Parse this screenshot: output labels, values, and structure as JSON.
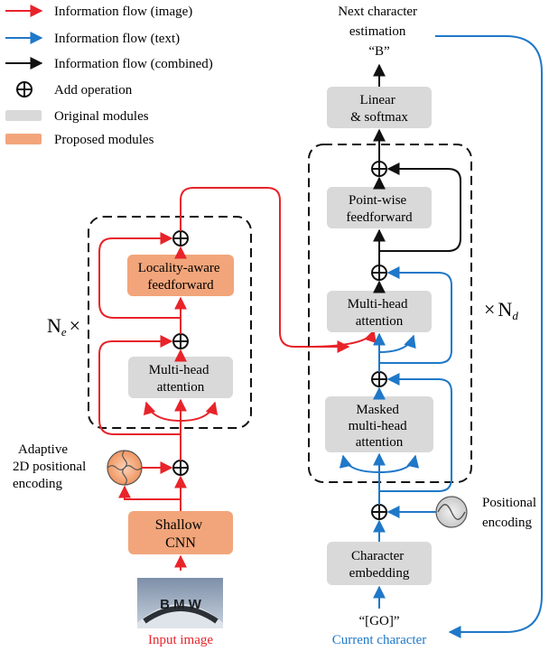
{
  "legend": {
    "items": [
      {
        "label": "Information flow (image)",
        "kind": "arrow",
        "color": "#e8232a"
      },
      {
        "label": "Information flow (text)",
        "kind": "arrow",
        "color": "#1f78c8"
      },
      {
        "label": "Information flow (combined)",
        "kind": "arrow",
        "color": "#111111"
      },
      {
        "label": "Add operation",
        "kind": "add"
      },
      {
        "label": "Original modules",
        "kind": "swatch",
        "color": "#d9d9d9"
      },
      {
        "label": "Proposed modules",
        "kind": "swatch",
        "color": "#f2a57a"
      }
    ]
  },
  "encoder": {
    "repeat_symbol": "N",
    "repeat_subscript": "e",
    "times": "×",
    "locality_ff": [
      "Locality-aware",
      "feedforward"
    ],
    "mha": [
      "Multi-head",
      "attention"
    ],
    "adaptive_pe": [
      "Adaptive",
      "2D positional",
      "encoding"
    ],
    "shallow_cnn": [
      "Shallow",
      "CNN"
    ],
    "input_label": "Input image",
    "input_thumbnail_letters": "B M W"
  },
  "decoder": {
    "repeat_symbol": "N",
    "repeat_subscript": "d",
    "times": "×",
    "next_char": [
      "Next character",
      "estimation",
      "“B”"
    ],
    "linear": [
      "Linear",
      "& softmax"
    ],
    "pointwise_ff": [
      "Point-wise",
      "feedforward"
    ],
    "mha": [
      "Multi-head",
      "attention"
    ],
    "masked_mha": [
      "Masked",
      "multi-head",
      "attention"
    ],
    "positional": [
      "Positional",
      "encoding"
    ],
    "char_embedding": [
      "Character",
      "embedding"
    ],
    "go_token": "“[GO]”",
    "current_label": "Current character"
  },
  "colors": {
    "image": "#e8232a",
    "text": "#1f78c8",
    "combined": "#111111",
    "original": "#d9d9d9",
    "proposed": "#f2a57a"
  }
}
